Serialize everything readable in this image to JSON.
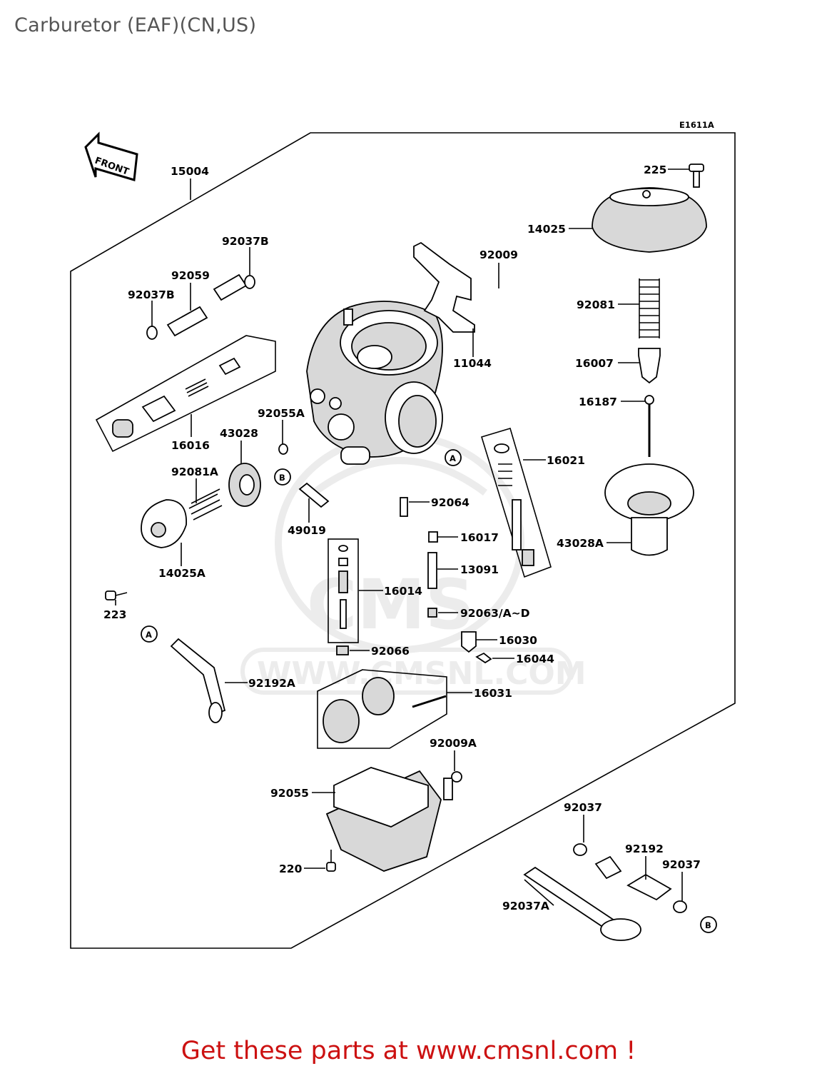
{
  "title": "Carburetor (EAF)(CN,US)",
  "diagram_code": "E1611A",
  "front_label": "FRONT",
  "watermark": {
    "brand": "CMS",
    "url": "WWW.CMSNL.COM"
  },
  "callouts": {
    "A": "A",
    "B": "B"
  },
  "parts": {
    "p15004": "15004",
    "p225": "225",
    "p14025": "14025",
    "p92037B_top": "92037B",
    "p92009": "92009",
    "p92059": "92059",
    "p92037B_left": "92037B",
    "p92081": "92081",
    "p11044": "11044",
    "p16007": "16007",
    "p92055A": "92055A",
    "p16187": "16187",
    "p43028": "43028",
    "p16016": "16016",
    "p16021": "16021",
    "p92081A": "92081A",
    "p92064": "92064",
    "p49019": "49019",
    "p43028A": "43028A",
    "p16017": "16017",
    "p14025A": "14025A",
    "p13091": "13091",
    "p16014": "16014",
    "p223": "223",
    "p92063": "92063/A~D",
    "p16030": "16030",
    "p92066": "92066",
    "p16044": "16044",
    "p92192A": "92192A",
    "p16031": "16031",
    "p92009A": "92009A",
    "p92055": "92055",
    "p92037_a": "92037",
    "p92192": "92192",
    "p92037_b": "92037",
    "p220": "220",
    "p92037A": "92037A"
  },
  "promo_text": "Get these parts at www.cmsnl.com !"
}
